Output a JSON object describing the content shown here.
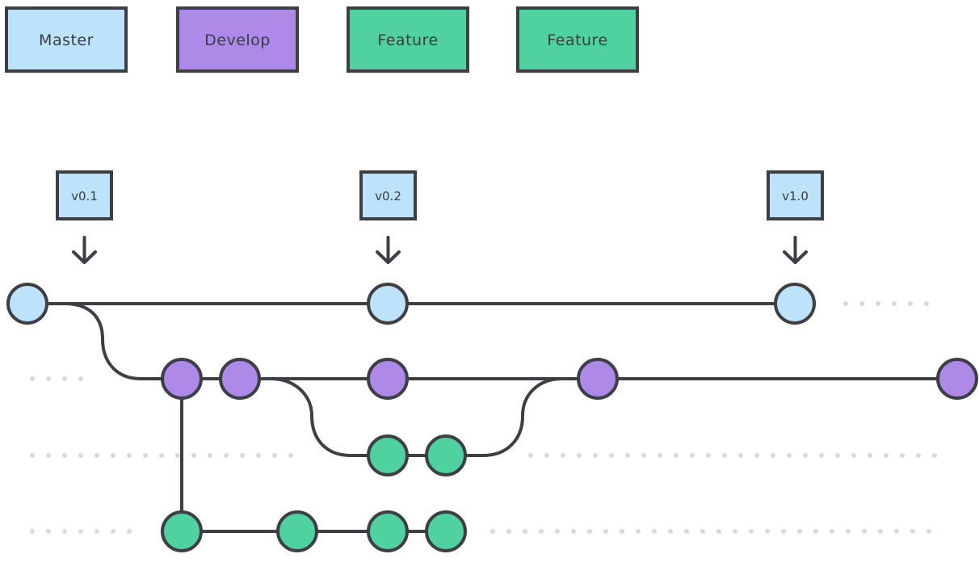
{
  "legend": [
    {
      "label": "Master",
      "color": "#bde3fb"
    },
    {
      "label": "Develop",
      "color": "#ad8ae8"
    },
    {
      "label": "Feature",
      "color": "#4fd1a0"
    },
    {
      "label": "Feature",
      "color": "#4fd1a0"
    }
  ],
  "tags": [
    "v0.1",
    "v0.2",
    "v1.0"
  ],
  "colors": {
    "master": "#bde3fb",
    "develop": "#ad8ae8",
    "feature": "#4fd1a0",
    "stroke": "#3d3f44",
    "dots": "#d9dadb"
  },
  "icons": {
    "tag_arrow": "arrow-down-icon"
  }
}
